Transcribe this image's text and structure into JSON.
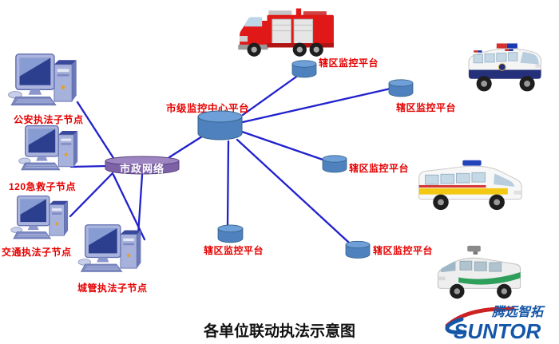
{
  "title": "各单位联动执法示意图",
  "center_platform": {
    "label": "市级监控中心平台"
  },
  "network": {
    "label": "市政网络"
  },
  "sub_nodes": [
    {
      "label": "公安执法子节点"
    },
    {
      "label": "120急救子节点"
    },
    {
      "label": "交通执法子节点"
    },
    {
      "label": "城管执法子节点"
    }
  ],
  "district_platforms": [
    {
      "label": "辖区监控平台"
    },
    {
      "label": "辖区监控平台"
    },
    {
      "label": "辖区监控平台"
    },
    {
      "label": "辖区监控平台"
    },
    {
      "label": "辖区监控平台"
    }
  ],
  "vehicles": [
    {
      "name": "fire-truck"
    },
    {
      "name": "police-van"
    },
    {
      "name": "ambulance"
    },
    {
      "name": "surveillance-van"
    }
  ],
  "logo": {
    "brand_cn": "腾远智拓",
    "brand_en": "SUNTOR"
  },
  "colors": {
    "connection_line": "#2121cd",
    "label_red": "#e60000",
    "blue_cylinder_body": "#4e81bd",
    "blue_cylinder_top": "#6f9fd8",
    "purple_cylinder_body": "#7d62a8",
    "purple_cylinder_top": "#9c85c0",
    "fire_truck_red": "#e01818",
    "logo_blue": "#1456a8",
    "logo_red": "#cc2222"
  }
}
